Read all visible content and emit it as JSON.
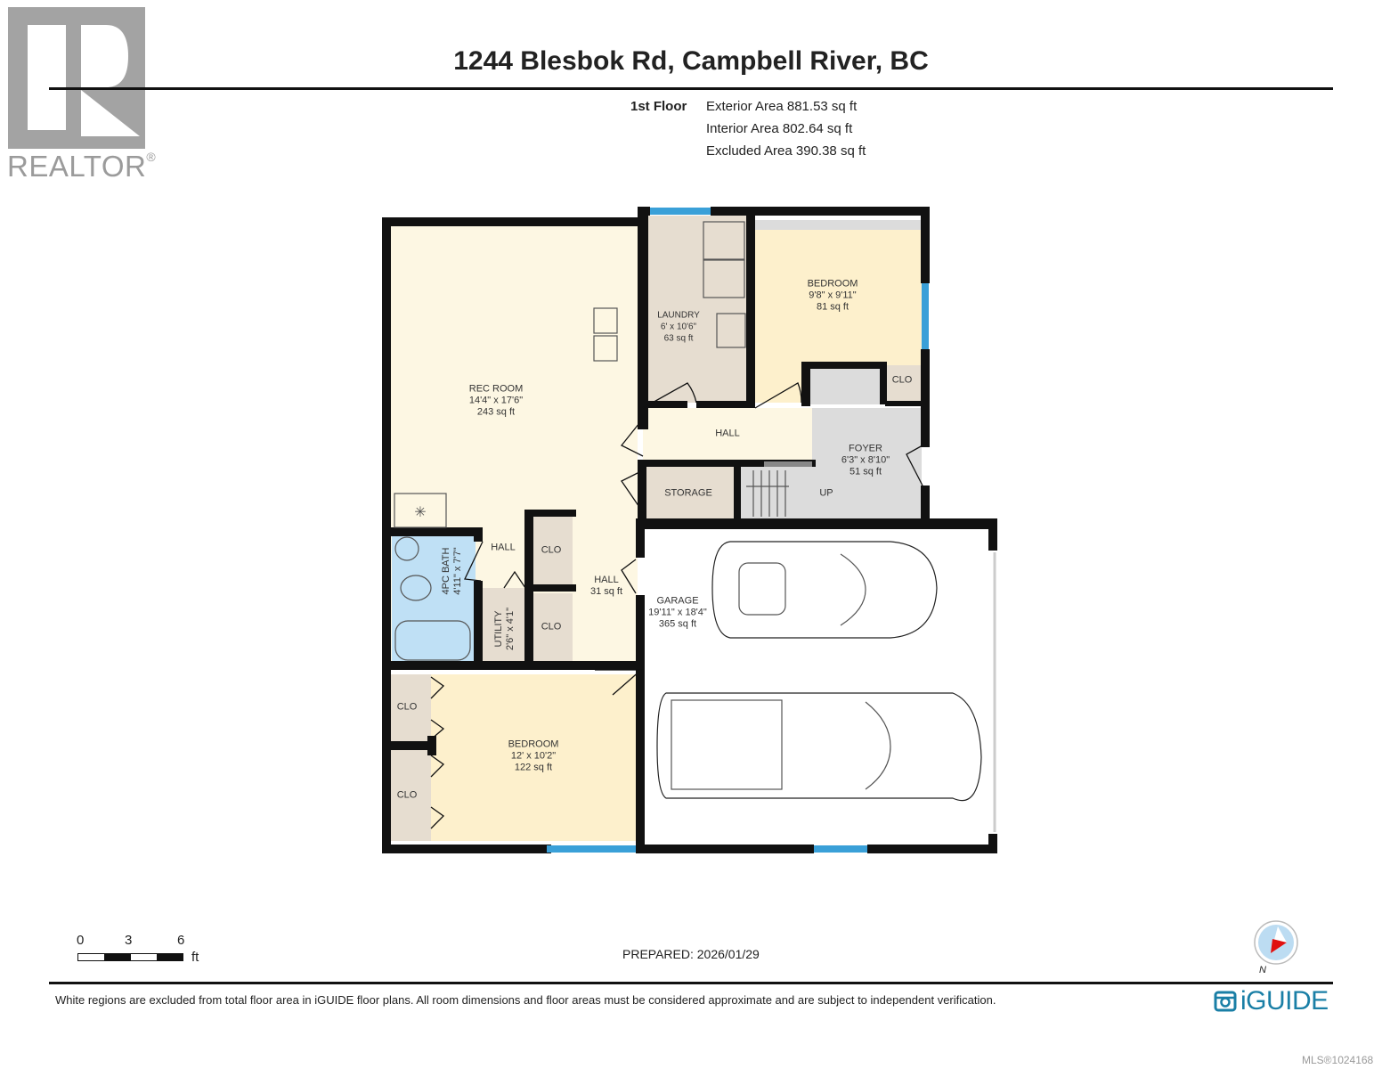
{
  "header": {
    "title": "1244 Blesbok Rd, Campbell River, BC",
    "floor_label": "1st Floor",
    "areas": [
      "Exterior Area 881.53 sq ft",
      "Interior Area 802.64 sq ft",
      "Excluded Area 390.38 sq ft"
    ]
  },
  "logo": {
    "realtor_text": "REALTOR",
    "realtor_mark": "®",
    "iguide_text": "iGUIDE"
  },
  "rooms": {
    "rec_room": {
      "name": "REC ROOM",
      "dims": "14'4\" x 17'6\"",
      "area": "243 sq ft"
    },
    "laundry": {
      "name": "LAUNDRY",
      "dims": "6' x 10'6\"",
      "area": "63 sq ft"
    },
    "bedroom_upper": {
      "name": "BEDROOM",
      "dims": "9'8\" x 9'11\"",
      "area": "81 sq ft"
    },
    "clo_upper": {
      "name": "CLO"
    },
    "hall_main": {
      "name": "HALL"
    },
    "foyer": {
      "name": "FOYER",
      "dims": "6'3\" x 8'10\"",
      "area": "51 sq ft"
    },
    "storage": {
      "name": "STORAGE"
    },
    "stairs": {
      "name": "UP"
    },
    "bath": {
      "name": "4PC BATH",
      "dims": "4'11\" x 7'7\""
    },
    "hall_small": {
      "name": "HALL"
    },
    "clo_a": {
      "name": "CLO"
    },
    "clo_b": {
      "name": "CLO"
    },
    "utility": {
      "name": "UTILITY",
      "dims": "2'6\" x 4'1\""
    },
    "hall_31": {
      "name": "HALL",
      "area": "31 sq ft"
    },
    "garage": {
      "name": "GARAGE",
      "dims": "19'11\" x 18'4\"",
      "area": "365 sq ft"
    },
    "bedroom_lower": {
      "name": "BEDROOM",
      "dims": "12' x 10'2\"",
      "area": "122 sq ft"
    },
    "clo_c": {
      "name": "CLO"
    },
    "clo_d": {
      "name": "CLO"
    }
  },
  "scale": {
    "ticks": [
      "0",
      "3",
      "6"
    ],
    "unit": "ft"
  },
  "footer": {
    "prepared": "PREPARED: 2026/01/29",
    "compass_label": "N",
    "disclaimer": "White regions are excluded from total floor area in iGUIDE floor plans. All room dimensions and floor areas must be considered approximate and are subject to independent verification.",
    "mls": "MLS®1024168"
  },
  "colors": {
    "wall": "#111111",
    "rec_room": "#fdf7e3",
    "bedroom": "#fdf0cc",
    "utility_rooms": "#e6ddd0",
    "foyer": "#dcdcdc",
    "bath": "#bfe0f5",
    "window": "#3aa0d8",
    "iguide": "#1a7fa6",
    "compass_needle": "#e01010"
  }
}
